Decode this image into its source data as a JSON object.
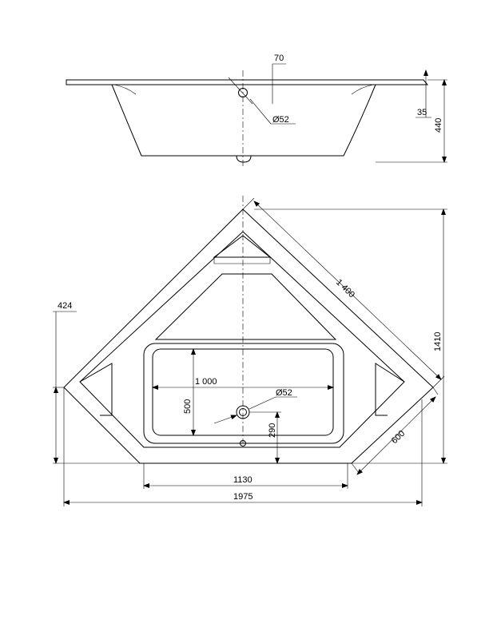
{
  "side_view": {
    "labels": {
      "d70": "70",
      "d52": "Ø52",
      "d35": "35",
      "d440": "440"
    }
  },
  "top_view": {
    "labels": {
      "d1400": "1 400",
      "d1410": "1410",
      "d424": "424",
      "d1000": "1 000",
      "d52": "Ø52",
      "d500": "500",
      "d290": "290",
      "d600": "600",
      "d1130": "1130",
      "d1975": "1975"
    }
  }
}
